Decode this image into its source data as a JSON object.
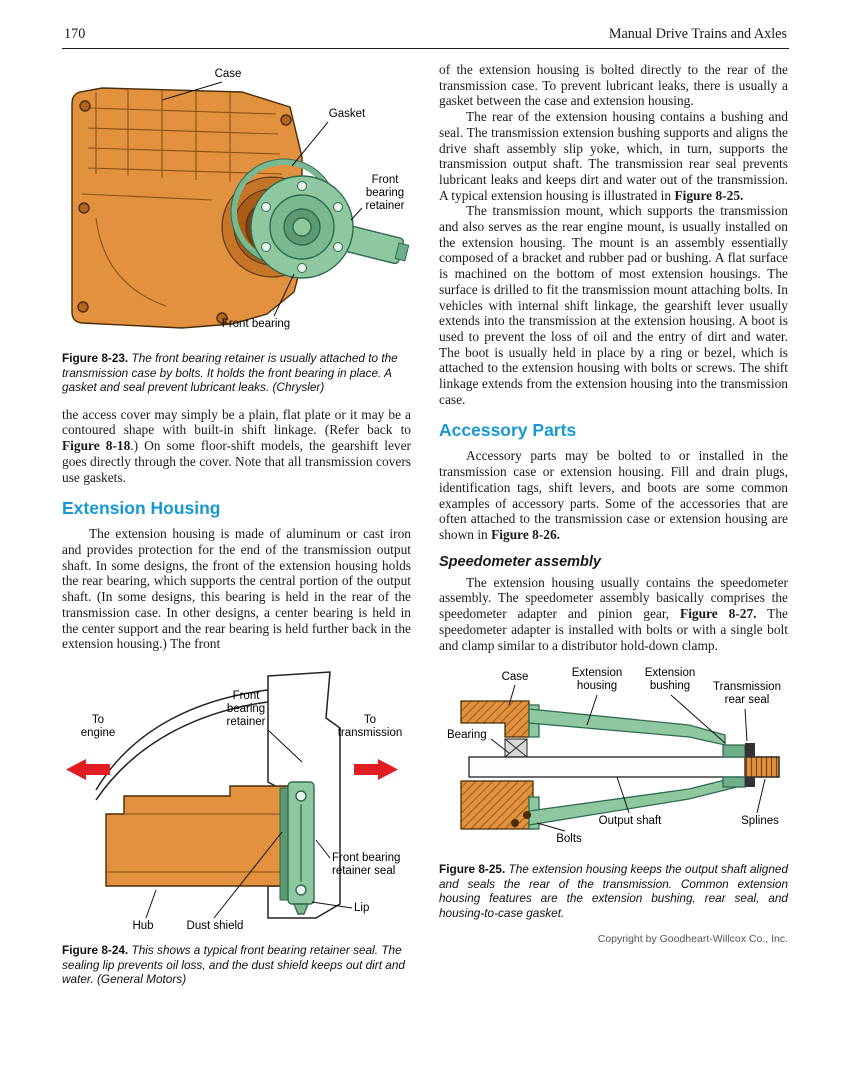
{
  "page": {
    "number": "170",
    "running_title": "Manual Drive Trains and Axles",
    "copyright": "Copyright by Goodheart-Willcox Co., Inc."
  },
  "colors": {
    "heading_blue": "#1798d5",
    "case_orange": "#e2913e",
    "retainer_green": "#8fc7a0",
    "arrow_red": "#e11c22"
  },
  "left": {
    "fig23": {
      "labels": {
        "case": "Case",
        "gasket": "Gasket",
        "front_bearing_retainer": "Front\nbearing\nretainer",
        "front_bearing": "Front bearing"
      },
      "caption_label": "Figure 8-23.",
      "caption_text": " The front bearing retainer is usually attached to the transmission case by bolts. It holds the front bearing in place. A gasket and seal prevent lubricant leaks. (Chrysler)"
    },
    "para_access": {
      "t1": "the access cover may simply be a plain, flat plate or it may be a contoured shape with built-in shift linkage. (Refer back to ",
      "b1": "Figure 8-18",
      "t2": ".) On some floor-shift models, the gearshift lever goes directly through the cover. Note that all transmission covers use gaskets."
    },
    "heading_extension": "Extension Housing",
    "para_extension": "The extension housing is made of aluminum or cast iron and provides protection for the end of the transmission output shaft. In some designs, the front of the extension housing holds the rear bearing, which supports the central portion of the output shaft. (In some designs, this bearing is held in the rear of the transmission case. In other designs, a center bearing is held in the center support and the rear bearing is held further back in the extension housing.) The front",
    "fig24": {
      "labels": {
        "front_bearing_retainer": "Front\nbearing\nretainer",
        "to_engine": "To\nengine",
        "to_transmission": "To\ntransmission",
        "front_bearing_retainer_seal": "Front bearing\nretainer seal",
        "lip": "Lip",
        "hub": "Hub",
        "dust_shield": "Dust shield"
      },
      "caption_label": "Figure 8-24.",
      "caption_text": " This shows a typical front bearing retainer seal. The sealing lip prevents oil loss, and the dust shield keeps out dirt and water. (General Motors)"
    }
  },
  "right": {
    "para_cont": "of the extension housing is bolted directly to the rear of the transmission case. To prevent lubricant leaks, there is usually a gasket between the case and extension housing.",
    "para_rear": {
      "t1": "The rear of the extension housing contains a bushing and seal. The transmission extension bushing supports and aligns the drive shaft assembly slip yoke, which, in turn, supports the transmission output shaft. The transmission rear seal prevents lubricant leaks and keeps dirt and water out of the transmission. A typical extension housing is illustrated in ",
      "b1": "Figure 8-25."
    },
    "para_mount": "The transmission mount, which supports the transmission and also serves as the rear engine mount, is usually installed on the extension housing. The mount is an assembly essentially composed of a bracket and rubber pad or bushing. A flat surface is machined on the bottom of most extension housings. The surface is drilled to fit the transmission mount attaching bolts. In vehicles with internal shift linkage, the gearshift lever usually extends into the transmission at the extension housing. A boot is used to prevent the loss of oil and the entry of dirt and water. The boot is usually held in place by a ring or bezel, which is attached to the extension housing with bolts or screws. The shift linkage extends from the extension housing into the transmission case.",
    "heading_accessory": "Accessory Parts",
    "para_accessory": {
      "t1": "Accessory parts may be bolted to or installed in the transmission case or extension housing. Fill and drain plugs, identification tags, shift levers, and boots are some common examples of accessory parts. Some of the accessories that are often attached to the transmission case or extension housing are shown in ",
      "b1": "Figure 8-26."
    },
    "subheading_speedo": "Speedometer assembly",
    "para_speedo": {
      "t1": "The extension housing usually contains the speedometer assembly. The speedometer assembly basically comprises the speedometer adapter and pinion gear, ",
      "b1": "Figure 8-27.",
      "t2": " The speedometer adapter is installed with bolts or with a single bolt and clamp similar to a distributor hold-down clamp."
    },
    "fig25": {
      "labels": {
        "case": "Case",
        "extension_housing": "Extension\nhousing",
        "extension_bushing": "Extension\nbushing",
        "transmission_rear_seal": "Transmission\nrear seal",
        "bearing": "Bearing",
        "output_shaft": "Output shaft",
        "bolts": "Bolts",
        "splines": "Splines"
      },
      "caption_label": "Figure 8-25.",
      "caption_text": " The extension housing keeps the output shaft aligned and seals the rear of the transmission. Common extension housing features are the extension bushing, rear seal, and housing-to-case gasket."
    }
  }
}
